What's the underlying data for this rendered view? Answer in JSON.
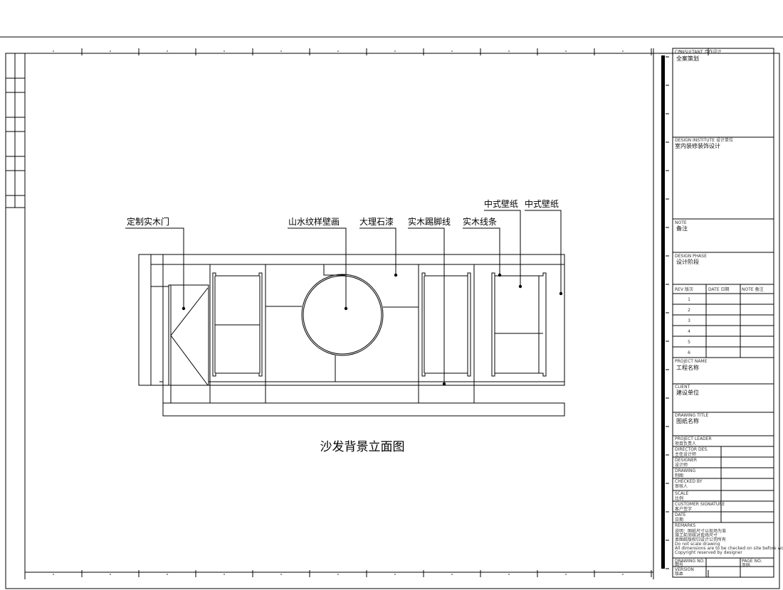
{
  "drawing": {
    "title": "沙发背景立面图",
    "labels": {
      "door": "定制实木门",
      "mural": "山水纹样壁画",
      "marble_paint": "大理石漆",
      "baseboard": "实木踢脚线",
      "wood_trim": "实木线条",
      "wallpaper_1": "中式壁纸",
      "wallpaper_2": "中式壁纸"
    }
  },
  "title_block": {
    "consultant_label": "CONSULTANT 合作设计",
    "consultant_value": "全案策划",
    "project_label": "DESIGN INSTITUTE 设计单位",
    "project_value": "室内装修装饰设计",
    "note_label": "NOTE",
    "note_value": "备注",
    "design_phase_label": "DESIGN PHASE",
    "design_phase_value": "设计阶段",
    "rev_headers": [
      "REV 版次",
      "DATE 日期",
      "NOTE 备注"
    ],
    "rev_rows": [
      "1",
      "2",
      "3",
      "4",
      "5",
      "6"
    ],
    "project_name_label": "PROJECT NAME",
    "project_name_value": "工程名称",
    "client_label": "CLIENT",
    "client_value": "建设单位",
    "drawing_title_label": "DRAWING TITLE",
    "drawing_title_value": "图纸名称",
    "sign_rows": [
      {
        "label": "PROJECT LEADER",
        "value": "项目负责人"
      },
      {
        "label": "DIRECTOR DES.",
        "value": "主任设计师"
      },
      {
        "label": "DESIGNER",
        "value": "设计师"
      },
      {
        "label": "DRAWING",
        "value": "制图"
      },
      {
        "label": "CHECKED BY",
        "value": "审核人"
      },
      {
        "label": "SCALE",
        "value": "比例"
      },
      {
        "label": "CUSTOMER SIGNATURE",
        "value": "客户签字"
      },
      {
        "label": "DATE",
        "value": "日期"
      }
    ],
    "remarks_label": "REMARKS",
    "remarks_lines": [
      "说明：图纸尺寸以现场为准",
      "施工前须核对现场尺寸",
      "本图纸版权归设计公司所有",
      "Do not scale drawing",
      "All dimensions are to be checked on site before work",
      "Copyright reserved by designer"
    ],
    "drawing_no_label": "DRAWING NO.",
    "drawing_no_value": "图号",
    "version_label": "VERSION",
    "version_value": "版本",
    "page_label": "PAGE NO.",
    "page_value": "页码"
  }
}
